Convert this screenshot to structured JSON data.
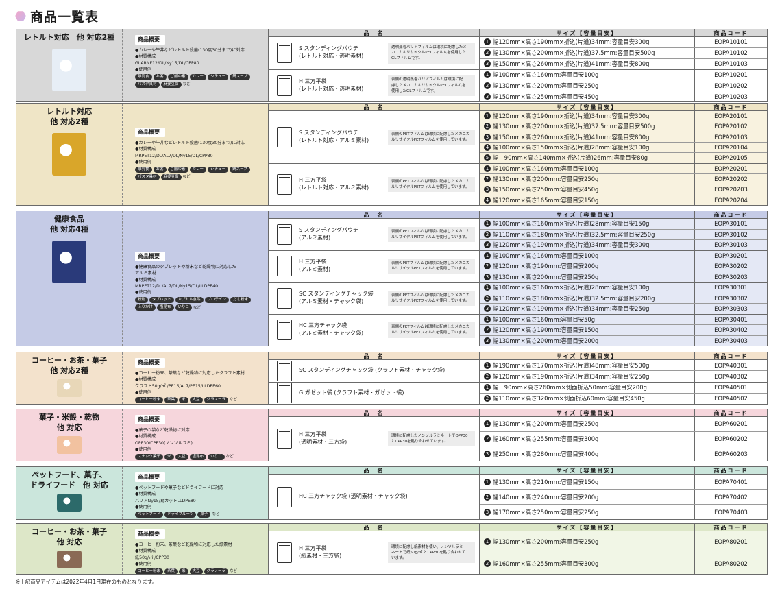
{
  "title": "商品一覧表",
  "header": {
    "product": "品　名",
    "size": "サイズ【容量目安】",
    "code": "商品コード"
  },
  "info_heading": "商品概要",
  "footnote": "※上記商品アイテムは2022年4月1日現在のものとなります。",
  "sections": [
    {
      "category": "レトルト対応　他 対応2種",
      "bg": "#d8d8d8",
      "tint": "#ffffff",
      "info_lines": [
        "●カレーや牛丼などレトルト殺菌(130度30分まで)に対応",
        "●材質構成\nGLARNF12/DL/Ny15/DL/CPP80",
        "●使用例"
      ],
      "tags": [
        "離乳食",
        "お粥",
        "ご飯の素",
        "カレー",
        "シチュー",
        "鍋スープ",
        "パスタ具材",
        "麻婆豆腐"
      ],
      "tag_suffix": "など",
      "products": [
        {
          "name": "S スタンディングパウチ\n(レトルト対応・透明素材)",
          "desc": "透明蒸着バリアフィルムは環境に配慮したメ\nカニカルリサイクルPETフィルムを使用した\nGLフィルムです。",
          "sizes": [
            [
              "❶",
              "幅120mm×高さ190mm×折込(片道)34mm:容量目安300g",
              "EOPA10101"
            ],
            [
              "❷",
              "幅130mm×高さ200mm×折込(片道)37.5mm:容量目安500g",
              "EOPA10102"
            ],
            [
              "❸",
              "幅150mm×高さ260mm×折込(片道)41mm:容量目安800g",
              "EOPA10103"
            ]
          ]
        },
        {
          "name": "H 三方平袋\n(レトルト対応・透明素材)",
          "desc": "表側の透明蒸着バリアフィルムは環境に配\n慮したメカニカルリサイクルPETフィルムを\n使用したGLフィルムです。",
          "sizes": [
            [
              "❶",
              "幅100mm×高さ160mm:容量目安100g",
              "EOPA10201"
            ],
            [
              "❷",
              "幅130mm×高さ200mm:容量目安250g",
              "EOPA10202"
            ],
            [
              "❸",
              "幅150mm×高さ250mm:容量目安450g",
              "EOPA10203"
            ]
          ]
        }
      ]
    },
    {
      "category": "レトルト対応\n他 対応2種",
      "bg": "#efe5c6",
      "tint": "#f8f2df",
      "info_lines": [
        "●カレーや牛丼などレトルト殺菌(130度30分まで)に対応",
        "●材質構成\nMRPET12/DL/AL7/DL/Ny15/DL/CPP80",
        "●使用例"
      ],
      "tags": [
        "離乳食",
        "お粥",
        "ご飯の素",
        "カレー",
        "シチュー",
        "鍋スープ",
        "パスタ具材",
        "麻婆豆腐"
      ],
      "tag_suffix": "など",
      "products": [
        {
          "name": "S スタンディングパウチ\n(レトルト対応・アルミ素材)",
          "desc": "表側のPETフィルムは環境に配慮したメカニカ\nルリサイクルPETフィルムを使用しています。",
          "sizes": [
            [
              "❶",
              "幅120mm×高さ190mm×折込(片道)34mm:容量目安300g",
              "EOPA20101"
            ],
            [
              "❷",
              "幅130mm×高さ200mm×折込(片道)37.5mm:容量目安500g",
              "EOPA20102"
            ],
            [
              "❸",
              "幅150mm×高さ260mm×折込(片道)41mm:容量目安800g",
              "EOPA20103"
            ],
            [
              "❹",
              "幅100mm×高さ150mm×折込(片道)28mm:容量目安100g",
              "EOPA20104"
            ],
            [
              "❺",
              "幅　90mm×高さ140mm×折込(片道)26mm:容量目安80g",
              "EOPA20105"
            ]
          ]
        },
        {
          "name": "H 三方平袋\n(レトルト対応・アルミ素材)",
          "desc": "表側のPETフィルムは環境に配慮したメカニカ\nルリサイクルPETフィルムを使用しています。",
          "sizes": [
            [
              "❶",
              "幅100mm×高さ160mm:容量目安100g",
              "EOPA20201"
            ],
            [
              "❷",
              "幅130mm×高さ200mm:容量目安250g",
              "EOPA20202"
            ],
            [
              "❸",
              "幅150mm×高さ250mm:容量目安450g",
              "EOPA20203"
            ],
            [
              "❹",
              "幅120mm×高さ165mm:容量目安150g",
              "EOPA20204"
            ]
          ]
        }
      ]
    },
    {
      "category": "健康食品\n他 対応4種",
      "bg": "#c5cbe6",
      "tint": "#e4e8f5",
      "info_lines": [
        "●健康食品のタブレットや粉末など乾燥物に対応した\nアルミ素材",
        "●材質構成\nMRPET12/DL/AL7/DL/Ny15/DL/LLDPE40",
        "●使用例"
      ],
      "tags": [
        "粉剤",
        "タブレット",
        "カプセル食品",
        "プロテイン",
        "だし粉末",
        "ふりかけ",
        "塩昆布",
        "いりこ"
      ],
      "tag_suffix": "など",
      "products": [
        {
          "name": "S スタンディングパウチ\n(アルミ素材)",
          "desc": "表側のPETフィルムは環境に配慮したメカニカ\nルリサイクルPETフィルムを使用しています。",
          "sizes": [
            [
              "❶",
              "幅100mm×高さ160mm×折込(片道)28mm:容量目安150g",
              "EOPA30101"
            ],
            [
              "❷",
              "幅110mm×高さ180mm×折込(片道)32.5mm:容量目安250g",
              "EOPA30102"
            ],
            [
              "❸",
              "幅120mm×高さ190mm×折込(片道)34mm:容量目安300g",
              "EOPA30103"
            ]
          ]
        },
        {
          "name": "H 三方平袋\n(アルミ素材)",
          "desc": "表側のPETフィルムは環境に配慮したメカニカ\nルリサイクルPETフィルムを使用しています。",
          "sizes": [
            [
              "❶",
              "幅100mm×高さ160mm:容量目安100g",
              "EOPA30201"
            ],
            [
              "❷",
              "幅120mm×高さ190mm:容量目安200g",
              "EOPA30202"
            ],
            [
              "❸",
              "幅130mm×高さ200mm:容量目安250g",
              "EOPA30203"
            ]
          ]
        },
        {
          "name": "SC スタンディングチャック袋\n(アルミ素材・チャック袋)",
          "desc": "表側のPETフィルムは環境に配慮したメカニカ\nルリサイクルPETフィルムを使用しています。",
          "sizes": [
            [
              "❶",
              "幅100mm×高さ160mm×折込(片道)28mm:容量目安100g",
              "EOPA30301"
            ],
            [
              "❷",
              "幅110mm×高さ180mm×折込(片道)32.5mm:容量目安200g",
              "EOPA30302"
            ],
            [
              "❸",
              "幅120mm×高さ190mm×折込(片道)34mm:容量目安250g",
              "EOPA30303"
            ]
          ]
        },
        {
          "name": "HC 三方チャック袋\n(アルミ素材・チャック袋)",
          "desc": "表側のPETフィルムは環境に配慮したメカニカ\nルリサイクルPETフィルムを使用しています。",
          "sizes": [
            [
              "❶",
              "幅100mm×高さ160mm:容量目安50g",
              "EOPA30401"
            ],
            [
              "❷",
              "幅120mm×高さ190mm:容量目安150g",
              "EOPA30402"
            ],
            [
              "❸",
              "幅130mm×高さ200mm:容量目安200g",
              "EOPA30403"
            ]
          ]
        }
      ]
    },
    {
      "category": "コーヒー・お茶・菓子\n他 対応2種",
      "bg": "#f3e2cc",
      "tint": "#ffffff",
      "info_lines": [
        "●コーヒー粉末、茶葉など乾燥物に対応したクラフト素材",
        "●材質構成\nクラフト50g/㎡ /PE15/AL7/PE15/LLDPE60",
        "●使用例"
      ],
      "tags": [
        "コーヒー粉末",
        "茶葉",
        "米",
        "大豆",
        "グラノーラ"
      ],
      "tag_suffix": "など",
      "products": [
        {
          "name": "SC スタンディングチャック袋 (クラフト素材・チャック袋)",
          "desc": "",
          "sizes": [
            [
              "❶",
              "幅190mm×高さ170mm×折込(片道)48mm:容量目安500g",
              "EOPA40301"
            ],
            [
              "❷",
              "幅120mm×高さ190mm×折込(片道)34mm:容量目安250g",
              "EOPA40302"
            ]
          ]
        },
        {
          "name": "G ガゼット袋 (クラフト素材・ガゼット袋)",
          "desc": "",
          "sizes": [
            [
              "❶",
              "幅　90mm×高さ260mm×側面折込50mm:容量目安200g",
              "EOPA40501"
            ],
            [
              "❷",
              "幅110mm×高さ320mm×側面折込60mm:容量目安450g",
              "EOPA40502"
            ]
          ]
        }
      ]
    },
    {
      "category": "菓子・米殻・乾物\n他 対応",
      "bg": "#f6d6dc",
      "tint": "#ffffff",
      "info_lines": [
        "●菓子の袋など乾燥物に対応",
        "●材質構成\nOPP30/CPP30(ノンソルラミ)",
        "●使用例"
      ],
      "tags": [
        "スナック菓子",
        "米",
        "大豆",
        "塩昆布",
        "いりこ"
      ],
      "tag_suffix": "など",
      "products": [
        {
          "name": "H 三方平袋\n(透明素材・三方袋)",
          "desc": "環境に配慮したノンソルラミネートでOPP30\nとCPP30を貼り合わせています。",
          "sizes": [
            [
              "❶",
              "幅130mm×高さ200mm:容量目安250g",
              "EOPA60201"
            ],
            [
              "❷",
              "幅160mm×高さ255mm:容量目安300g",
              "EOPA60202"
            ],
            [
              "❸",
              "幅250mm×高さ280mm:容量目安400g",
              "EOPA60203"
            ]
          ]
        }
      ]
    },
    {
      "category": "ペットフード、菓子、\nドライフード　他 対応",
      "bg": "#cbe6dc",
      "tint": "#ffffff",
      "info_lines": [
        "●ペットフードや菓子などドライフードに対応",
        "●材質構成\nバリアNy15/易カットLLDPE80",
        "●使用例"
      ],
      "tags": [
        "ペットフード",
        "ドライフルーツ",
        "菓子"
      ],
      "tag_suffix": "など",
      "products": [
        {
          "name": "HC 三方チャック袋 (透明素材・チャック袋)",
          "desc": "",
          "sizes": [
            [
              "❶",
              "幅130mm×高さ210mm:容量目安150g",
              "EOPA70401"
            ],
            [
              "❷",
              "幅140mm×高さ240mm:容量目安200g",
              "EOPA70402"
            ],
            [
              "❸",
              "幅170mm×高さ250mm:容量目安250g",
              "EOPA70403"
            ]
          ]
        }
      ]
    },
    {
      "category": "コーヒー・お茶・菓子\n他 対応",
      "bg": "#dde7c8",
      "tint": "#f1f6e6",
      "info_lines": [
        "●コーヒー粉末、茶葉など乾燥物に対応した紙素材",
        "●材質構成\n紙50g/㎡ /CPP30",
        "●使用例"
      ],
      "tags": [
        "コーヒー粉末",
        "茶葉",
        "米",
        "大豆",
        "グラノーラ"
      ],
      "tag_suffix": "など",
      "products": [
        {
          "name": "H 三方平袋\n(紙素材・三方袋)",
          "desc": "環境に配慮し紙素材を使い、ノンソルラミ\nネートで紙50g/㎡ とCPP30を貼り合わせて\nいます。",
          "sizes": [
            [
              "❶",
              "幅130mm×高さ200mm:容量目安250g",
              "EOPA80201"
            ],
            [
              "❷",
              "幅160mm×高さ255mm:容量目安300g",
              "EOPA80202"
            ]
          ]
        }
      ]
    }
  ]
}
